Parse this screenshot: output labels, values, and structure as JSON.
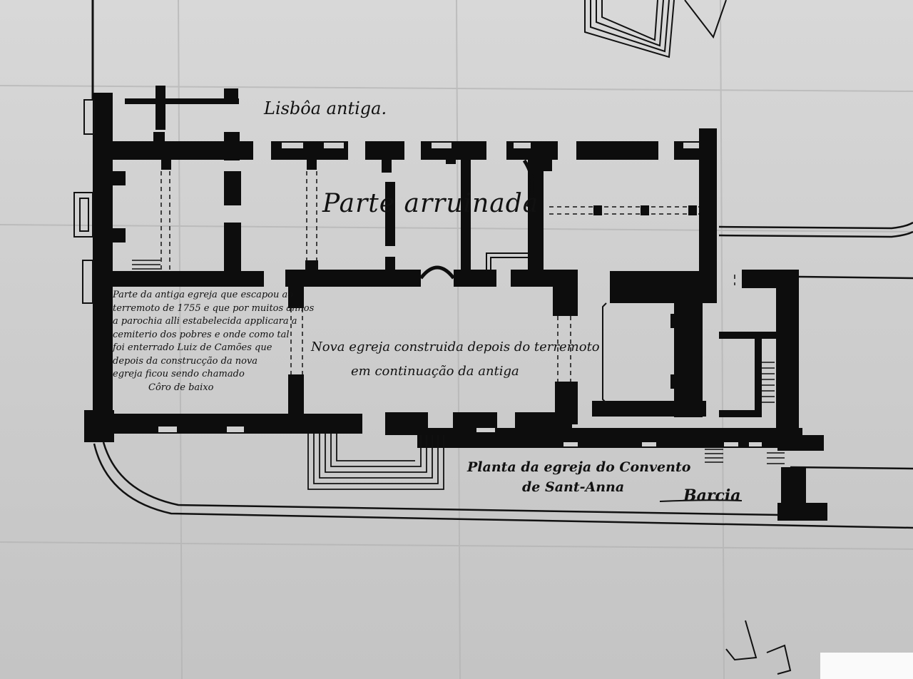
{
  "texts": {
    "lisboa_antiga": "Lisbôa antiga.",
    "parte_arruinada": "Parte arruinada",
    "old_church_note": [
      "Parte da antiga egreja que escapou ao",
      "terremoto de 1755 e que por muitos annos",
      "a parochia alli estabelecida applicara a",
      "cemiterio dos pobres e onde como tal",
      "foi enterrado Luiz de Camões que",
      "depois da construcção da nova",
      "egreja ficou sendo chamado",
      "Côro de baixo"
    ],
    "new_church_note_line1": "Nova egreja construida depois do terremoto",
    "new_church_note_line2": "em continuação da antiga",
    "caption_line1": "Planta da egreja do Convento",
    "caption_line2": "de Sant-Anna",
    "signature": "Barcia"
  },
  "colors": {
    "paper": "#cfcfcf",
    "ink": "#0d0d0d"
  }
}
